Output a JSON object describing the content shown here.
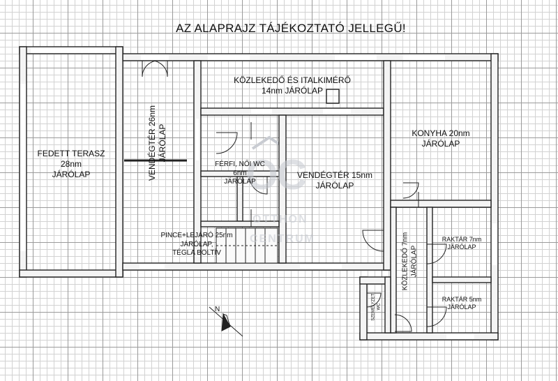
{
  "title": "AZ ALAPRAJZ TÁJÉKOZTATÓ JELLEGŰ!",
  "rooms": {
    "terrace": {
      "l1": "FEDETT TERASZ",
      "l2": "28nm",
      "l3": "JÁRÓLAP"
    },
    "guest_left": {
      "l1": "VENDÉGTÉR 26nm",
      "l2": "JÁRÓLAP"
    },
    "corridor_bar": {
      "l1": "KÖZLEKEDŐ ÉS ITALKIMÉRŐ",
      "l2": "14nm  JÁRÓLAP"
    },
    "kitchen": {
      "l1": "KONYHA 20nm",
      "l2": "JÁRÓLAP"
    },
    "wc": {
      "l1": "FÉRFI, NŐI WC",
      "l2": "6nm",
      "l3": "JÁRÓLAP"
    },
    "guest_center": {
      "l1": "VENDÉGTÉR 15nm",
      "l2": "JÁRÓLAP"
    },
    "cellar": {
      "l1": "PINCE+LEJÁRÓ 25nm",
      "l2": "JÁRÓLAP,",
      "l3": "TÉGLA BOLTÍV"
    },
    "corridor_small": {
      "l1": "KÖZLEKEDŐ 7nm",
      "l2": "JÁRÓLAP"
    },
    "storage1": {
      "l1": "RAKTÁR 7nm",
      "l2": "JÁRÓLAP"
    },
    "storage2": {
      "l1": "RAKTÁR 5nm",
      "l2": "JÁRÓLAP"
    },
    "staff_wc": {
      "l1": "SZEMÉLYZETI",
      "l2": "WC"
    }
  },
  "watermark": {
    "logo": "OC",
    "l1": "OTTHON",
    "l2": "CENTRUM"
  },
  "north_label": "N"
}
